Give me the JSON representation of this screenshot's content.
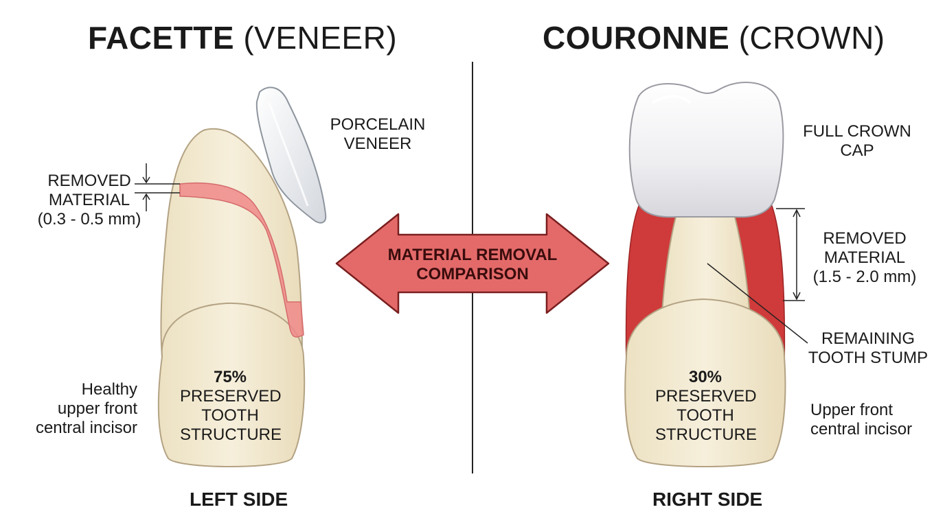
{
  "left": {
    "title_bold": "FACETTE",
    "title_sub": "(VENEER)",
    "veneer_label": [
      "PORCELAIN",
      "VENEER"
    ],
    "removed_label": [
      "REMOVED",
      "MATERIAL",
      "(0.3 - 0.5 mm)"
    ],
    "preserved_pct": "75%",
    "preserved_label": [
      "PRESERVED",
      "TOOTH",
      "STRUCTURE"
    ],
    "tooth_desc": [
      "Healthy",
      "upper front",
      "central incisor"
    ],
    "footer": "LEFT SIDE"
  },
  "right": {
    "title_bold": "COURONNE",
    "title_sub": "(CROWN)",
    "crown_label": [
      "FULL CROWN",
      "CAP"
    ],
    "removed_label": [
      "REMOVED",
      "MATERIAL",
      "(1.5 - 2.0 mm)"
    ],
    "stump_label": [
      "REMAINING",
      "TOOTH STUMP"
    ],
    "preserved_pct": "30%",
    "preserved_label": [
      "PRESERVED",
      "TOOTH",
      "STRUCTURE"
    ],
    "tooth_desc": [
      "Upper front",
      "central incisor"
    ],
    "footer": "RIGHT SIDE"
  },
  "arrow": {
    "label": [
      "MATERIAL REMOVAL",
      "COMPARISON"
    ]
  },
  "colors": {
    "enamel": "#f3ead2",
    "tooth_outline": "#b3a283",
    "removed_left": "#f08a8a",
    "removed_right": "#cf3a3a",
    "arrow_fill": "#e46a6a",
    "arrow_stroke": "#7a1e1e",
    "crown": "#f2f2f4",
    "divider": "#222222"
  }
}
